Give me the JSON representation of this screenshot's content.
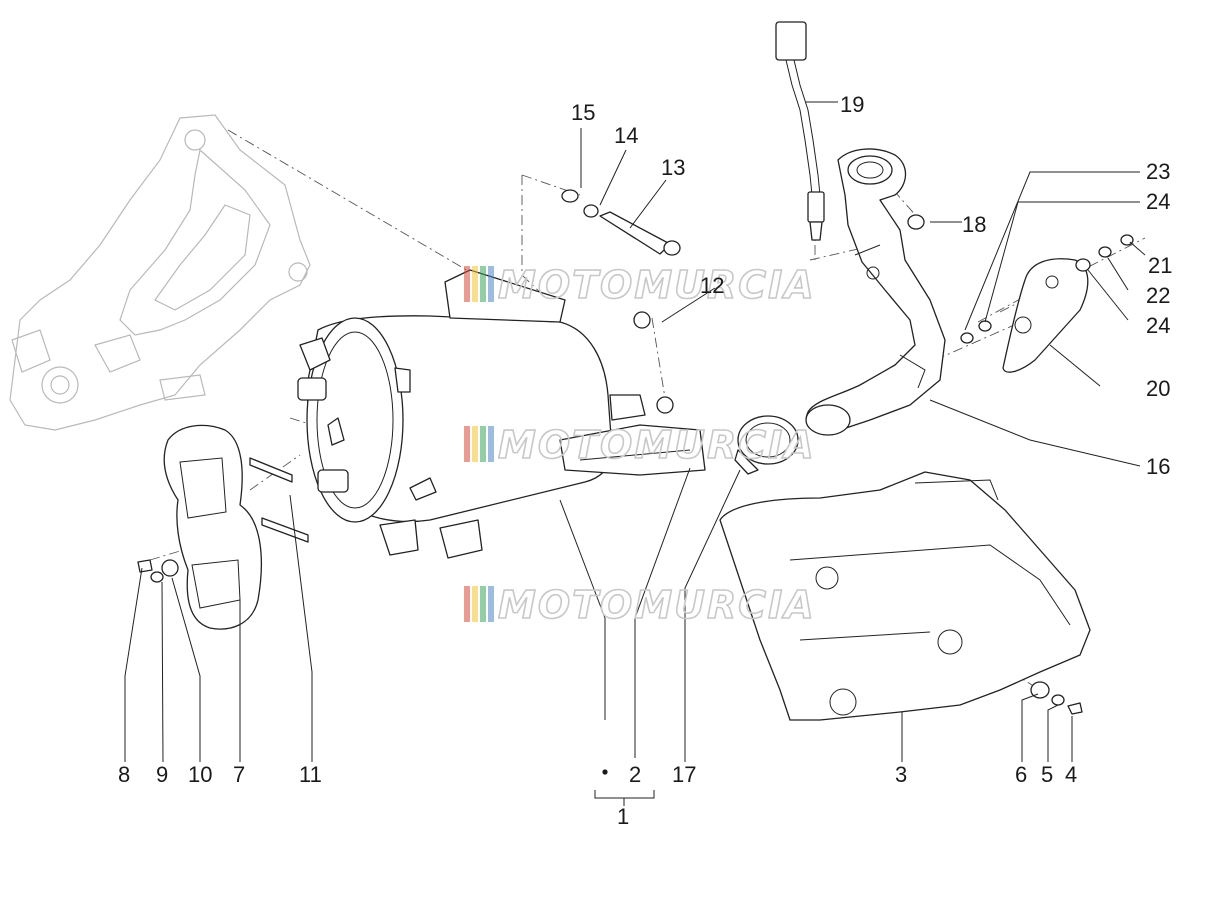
{
  "watermark": "MOTOMURCIA",
  "watermark_colors": [
    "#d94a3a",
    "#f2c230",
    "#3aa55a",
    "#4a86c8"
  ],
  "callouts": [
    {
      "id": "c15",
      "text": "15"
    },
    {
      "id": "c14",
      "text": "14"
    },
    {
      "id": "c13",
      "text": "13"
    },
    {
      "id": "c19",
      "text": "19"
    },
    {
      "id": "c23",
      "text": "23"
    },
    {
      "id": "c24a",
      "text": "24"
    },
    {
      "id": "c18",
      "text": "18"
    },
    {
      "id": "c21",
      "text": "21"
    },
    {
      "id": "c22",
      "text": "22"
    },
    {
      "id": "c24b",
      "text": "24"
    },
    {
      "id": "c12",
      "text": "12"
    },
    {
      "id": "c20",
      "text": "20"
    },
    {
      "id": "c16",
      "text": "16"
    },
    {
      "id": "c8",
      "text": "8"
    },
    {
      "id": "c9",
      "text": "9"
    },
    {
      "id": "c10",
      "text": "10"
    },
    {
      "id": "c7",
      "text": "7"
    },
    {
      "id": "c11",
      "text": "11"
    },
    {
      "id": "c2",
      "text": "2"
    },
    {
      "id": "c17",
      "text": "17"
    },
    {
      "id": "c3",
      "text": "3"
    },
    {
      "id": "c6",
      "text": "6"
    },
    {
      "id": "c5",
      "text": "5"
    },
    {
      "id": "c4",
      "text": "4"
    },
    {
      "id": "c1",
      "text": "1"
    }
  ]
}
